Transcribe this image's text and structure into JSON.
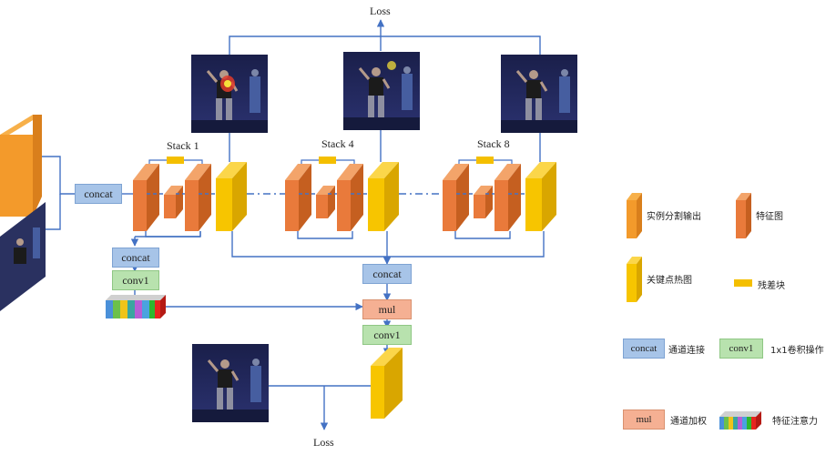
{
  "diagram": {
    "loss_top": "Loss",
    "loss_bottom": "Loss",
    "stacks": [
      "Stack 1",
      "Stack 4",
      "Stack 8"
    ],
    "left_concat": "concat",
    "branch_concat": "concat",
    "branch_conv1": "conv1",
    "center_concat": "concat",
    "center_mul": "mul",
    "center_conv1": "conv1"
  },
  "legend": {
    "instance_output": "实例分割输出",
    "feature_map": "特征图",
    "keypoint_heatmap": "关键点热图",
    "residual_block": "残差块",
    "concat_label": "concat",
    "concat_desc": "通道连接",
    "conv1_label": "conv1",
    "conv1_desc": "1x1卷积操作",
    "mul_label": "mul",
    "mul_desc": "通道加权",
    "attention_desc": "特征注意力"
  },
  "colors": {
    "orange_block": "#f39a2b",
    "feature_map": "#e97a3b",
    "heatmap_yellow": "#f7c500",
    "residual": "#f4bf00",
    "arrow_blue": "#4472c4",
    "concat_fill": "#a7c4e8",
    "conv1_fill": "#b8e2ae",
    "mul_fill": "#f5b093",
    "attention_stripes": [
      "#4a90d9",
      "#6cc04a",
      "#f0c419",
      "#3aa6a0",
      "#b65fd6",
      "#4aa3df",
      "#2eb82e",
      "#e8251f"
    ]
  },
  "icons": [
    "person-photo-icon",
    "arrow-icon",
    "feature-attention-icon"
  ]
}
